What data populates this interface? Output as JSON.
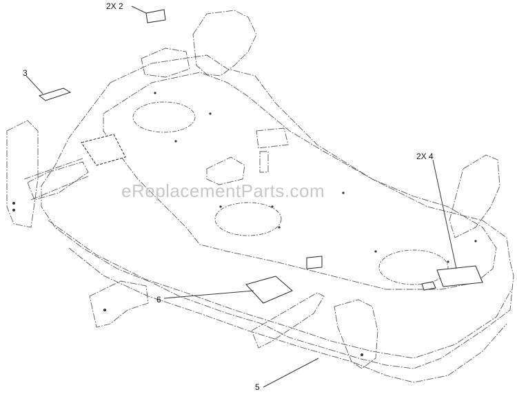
{
  "watermark": "eReplacementParts.com",
  "callouts": [
    {
      "id": "2",
      "text": "2X 2"
    },
    {
      "id": "3",
      "text": "3"
    },
    {
      "id": "4",
      "text": "2X 4"
    },
    {
      "id": "5",
      "text": "5"
    },
    {
      "id": "6",
      "text": "6"
    }
  ]
}
